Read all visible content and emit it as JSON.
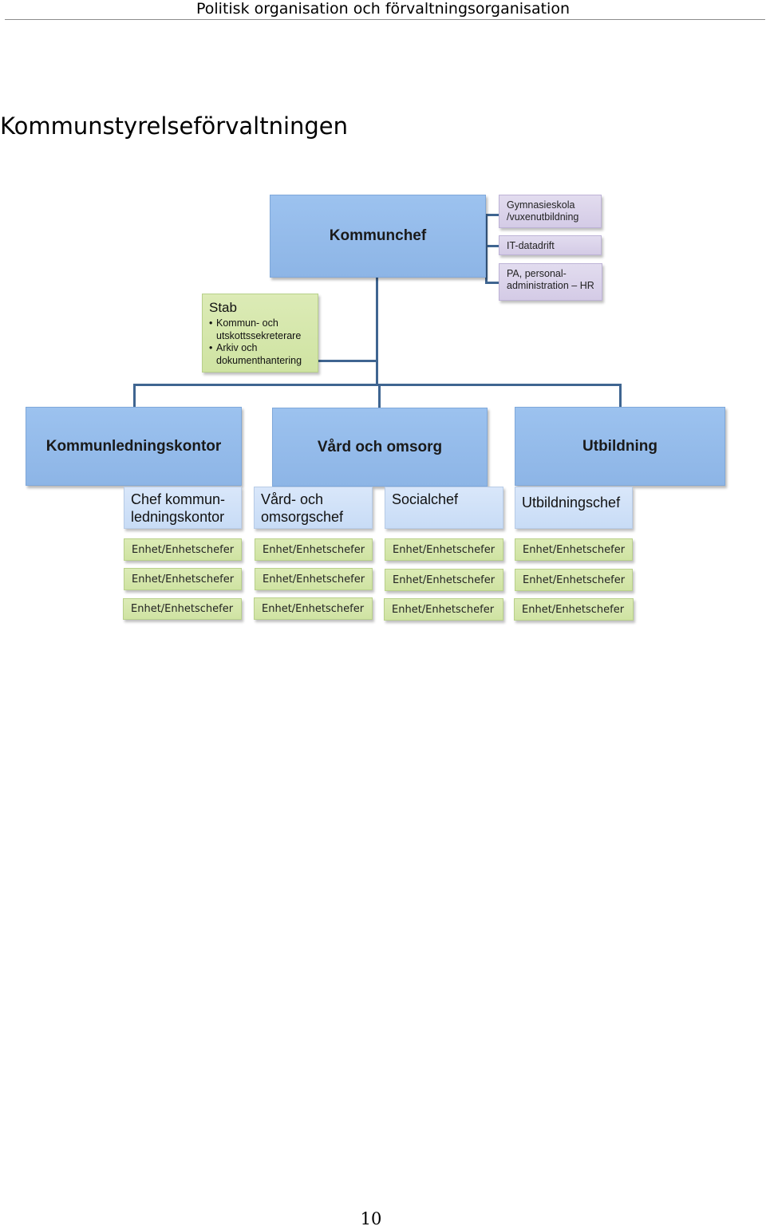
{
  "header": {
    "text": "Politisk organisation och förvaltningsorganisation"
  },
  "title": "Kommunstyrelseförvaltningen",
  "org": {
    "top": {
      "label": "Kommunchef"
    },
    "side_units": [
      {
        "label": "Gymnasieskola\n/vuxenutbildning"
      },
      {
        "label": "IT-datadrift"
      },
      {
        "label": "PA, personal-\nadministration  – HR"
      }
    ],
    "stab": {
      "title": "Stab",
      "items": [
        "Kommun- och\nutskottssekreterare",
        "Arkiv och\ndokumenthantering"
      ]
    },
    "departments": [
      {
        "label": "Kommunledningskontor"
      },
      {
        "label": "Vård och omsorg"
      },
      {
        "label": "Utbildning"
      }
    ],
    "chiefs": [
      {
        "label": "Chef kommun-\nledningskontor"
      },
      {
        "label": "Vård- och\nomsorgschef"
      },
      {
        "label": "Socialchef"
      },
      {
        "label": "Utbildningschef"
      }
    ],
    "units": [
      [
        "Enhet/Enhetschefer",
        "Enhet/Enhetschefer",
        "Enhet/Enhetschefer"
      ],
      [
        "Enhet/Enhetschefer",
        "Enhet/Enhetschefer",
        "Enhet/Enhetschefer"
      ],
      [
        "Enhet/Enhetschefer",
        "Enhet/Enhetschefer",
        "Enhet/Enhetschefer"
      ],
      [
        "Enhet/Enhetschefer",
        "Enhet/Enhetschefer",
        "Enhet/Enhetschefer"
      ]
    ]
  },
  "page_number": "10"
}
